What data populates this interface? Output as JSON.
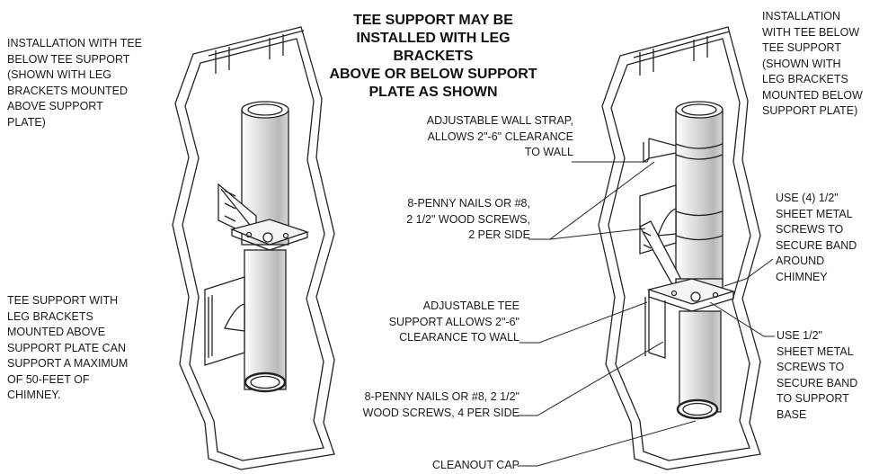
{
  "title": "TEE SUPPORT MAY BE\nINSTALLED WITH LEG BRACKETS\nABOVE OR BELOW SUPPORT\nPLATE AS SHOWN",
  "left": {
    "caption_top": "INSTALLATION WITH TEE\nBELOW TEE SUPPORT\n(SHOWN WITH LEG\nBRACKETS MOUNTED\nABOVE SUPPORT\nPLATE)",
    "caption_bottom": "TEE SUPPORT WITH\nLEG BRACKETS\nMOUNTED ABOVE\nSUPPORT PLATE CAN\nSUPPORT A MAXIMUM\nOF 50-FEET OF\nCHIMNEY."
  },
  "right": {
    "caption_top": "INSTALLATION\nWITH TEE BELOW\nTEE SUPPORT\n(SHOWN WITH\nLEG BRACKETS\nMOUNTED BELOW\nSUPPORT PLATE)"
  },
  "callouts": {
    "wall_strap": "ADJUSTABLE WALL STRAP,\nALLOWS 2\"-6\" CLEARANCE\nTO WALL",
    "nails_2": "8-PENNY NAILS OR #8,\n2 1/2\" WOOD SCREWS,\n2 PER SIDE",
    "adj_tee": "ADJUSTABLE TEE\nSUPPORT ALLOWS 2\"-6\"\nCLEARANCE TO WALL",
    "nails_4": "8-PENNY NAILS OR #8, 2 1/2\"\nWOOD SCREWS, 4 PER SIDE",
    "cleanout": "CLEANOUT CAP",
    "screws_band": "USE (4) 1/2\"\nSHEET METAL\nSCREWS TO\nSECURE BAND\nAROUND\nCHIMNEY",
    "screws_base": "USE 1/2\"\nSHEET METAL\nSCREWS TO\nSECURE BAND\nTO SUPPORT\nBASE"
  }
}
